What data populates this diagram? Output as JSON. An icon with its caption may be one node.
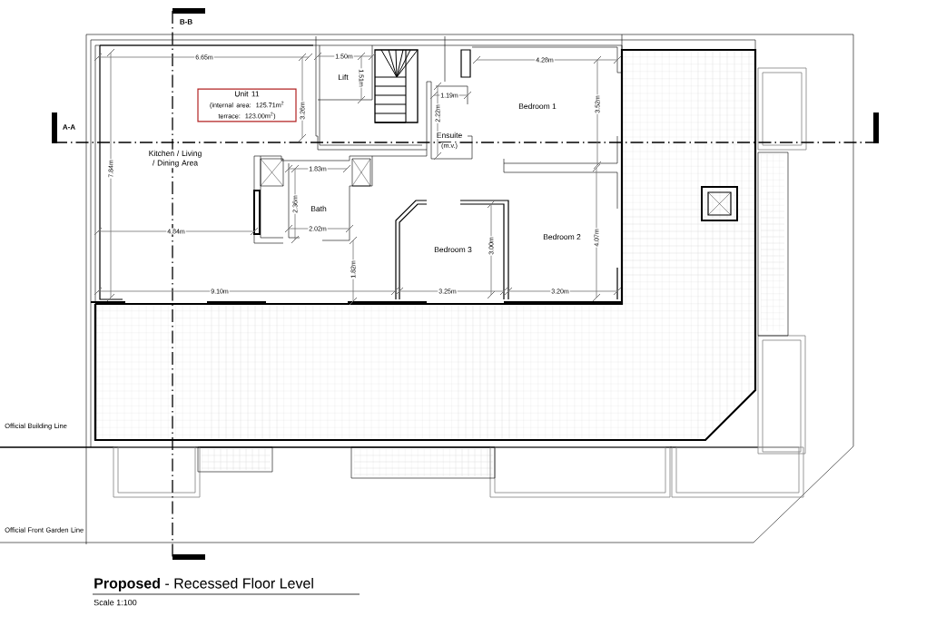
{
  "diagram": {
    "title": "**Proposed** - Recessed Floor Level",
    "caption": "Scale 1:100",
    "nodes": [
      {
        "text": [
          "Unit 11",
          "(internal area: 125.71m$^{2}$ terrace: 123.00m$^{2}$)"
        ]
      }
    ],
    "labels": [
      "B-B",
      "6.65m",
      "1.50m",
      "Lift",
      "1.51m",
      "4.28m",
      "3.26m",
      "1.19m",
      "A-A",
      "Bedroom 1",
      "2.22m",
      "3.52m",
      "Ensuite",
      "(m.v.)",
      "Kitchen / Living / Dining Area",
      "1.83m",
      "7.84m",
      "2.36m",
      "Bath",
      "4.84m",
      "2.02m",
      "Bedroom 3",
      "Bedroom 2",
      "4.07m",
      "3.00m",
      "1.82m",
      "9.10m",
      "3.25m",
      "3.20m",
      "Official Building Line",
      "Official Front Garden Line"
    ]
  }
}
